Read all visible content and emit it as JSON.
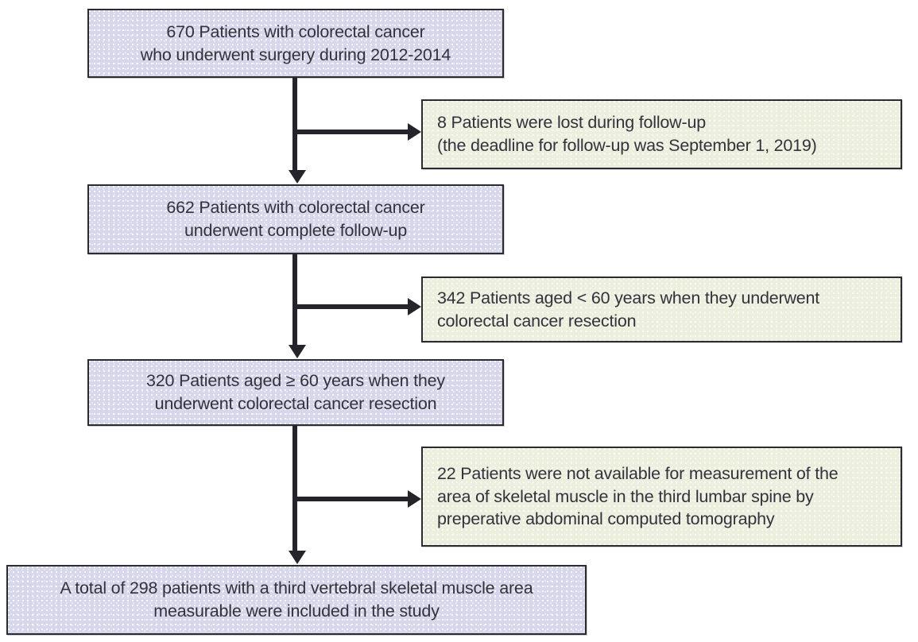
{
  "figure": {
    "type": "flowchart",
    "orientation": "top-to-bottom",
    "colors": {
      "primary_box_fill": "#d7d7ec",
      "exclusion_box_fill": "#ecefdd",
      "border": "#2b2b30",
      "text": "#32323c",
      "connector": "#24242a"
    }
  },
  "nodes": {
    "enrolled": {
      "text": "670 Patients with colorectal cancer\nwho underwent surgery during 2012-2014",
      "count": 670,
      "kind": "primary"
    },
    "lost_followup": {
      "text": "8 Patients were lost during follow-up\n(the deadline for follow-up was September 1, 2019)",
      "count": 8,
      "kind": "exclusion"
    },
    "complete_followup": {
      "text": "662 Patients with colorectal cancer\nunderwent complete follow-up",
      "count": 662,
      "kind": "primary"
    },
    "under_60": {
      "text": "342 Patients aged < 60 years when they underwent\ncolorectal cancer resection",
      "count": 342,
      "kind": "exclusion"
    },
    "over_60": {
      "text": "320 Patients aged ≥ 60 years when they\nunderwent colorectal cancer resection",
      "count": 320,
      "kind": "primary"
    },
    "no_measurement": {
      "text": "22 Patients were not available for measurement of the\narea of skeletal muscle in the third lumbar spine by\npreperative abdominal computed tomography",
      "count": 22,
      "kind": "exclusion"
    },
    "included": {
      "text": "A total of 298 patients with a third vertebral skeletal muscle area\nmeasurable were included in the study",
      "count": 298,
      "kind": "primary"
    }
  },
  "connectors": [
    {
      "name": "enrolled-to-complete-followup",
      "kind": "arrow-down"
    },
    {
      "name": "branch-to-lost-followup",
      "kind": "arrow-right"
    },
    {
      "name": "complete-followup-to-over-60",
      "kind": "arrow-down"
    },
    {
      "name": "branch-to-under-60",
      "kind": "arrow-right"
    },
    {
      "name": "over-60-to-included",
      "kind": "arrow-down"
    },
    {
      "name": "branch-to-no-measurement",
      "kind": "arrow-right"
    }
  ]
}
